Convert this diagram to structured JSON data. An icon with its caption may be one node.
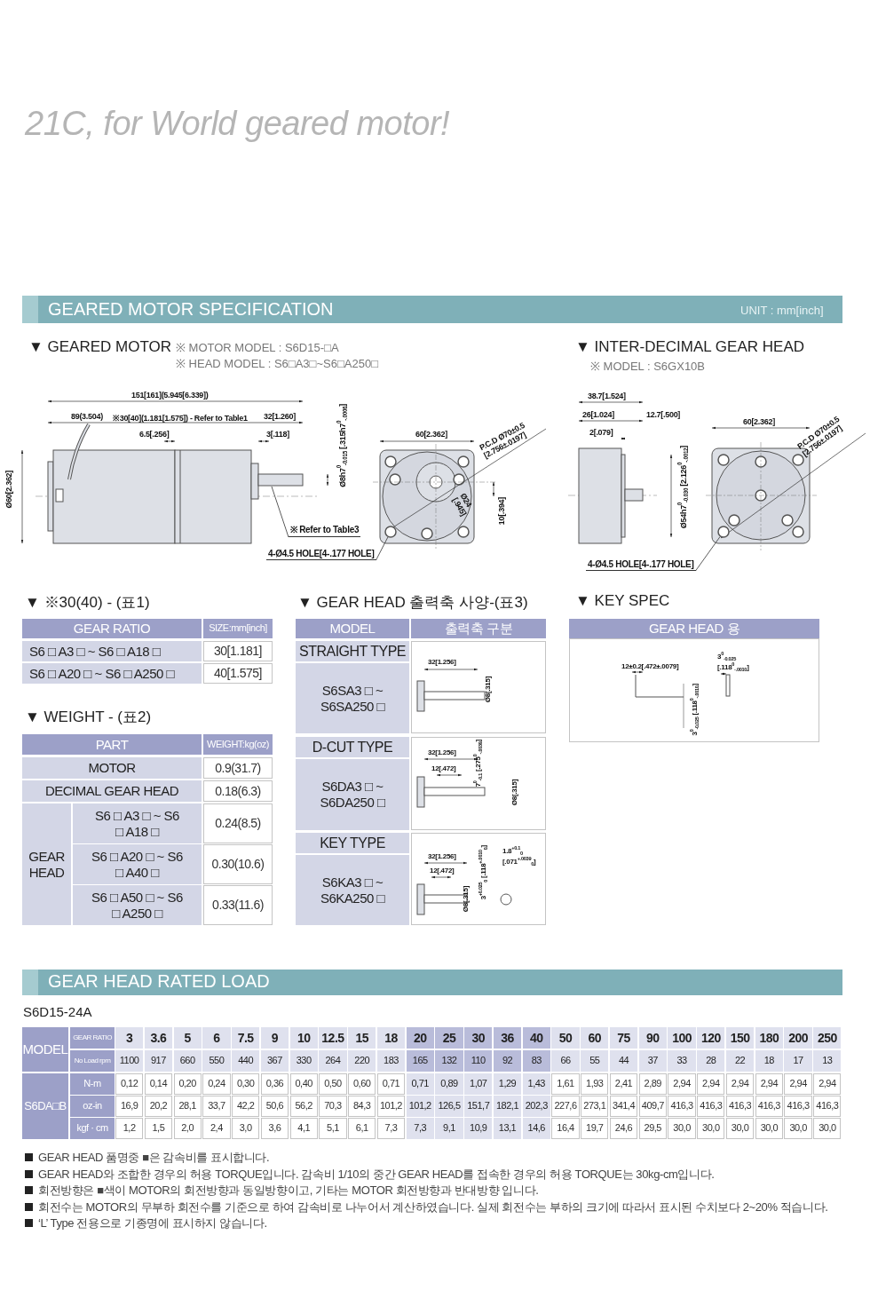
{
  "diagram": {
    "title": "21C, for World geared motor!",
    "nodes": [
      {
        "text": [
          "※ Refer to Table3"
        ]
      },
      {
        "text": [
          "4-Ø4.5 HOLE[4-.177 HOLE]"
        ]
      },
      {
        "text": [
          "4-Ø4.5 HOLE[4-.177 HOLE]"
        ]
      },
      {
        "text": [],
        "shape": "circle"
      },
      {
        "text": [],
        "shape": "circle"
      }
    ],
    "edges": [
      {
        "from": 0,
        "to": null,
        "arrow": "none"
      },
      {
        "from": 1,
        "to": 3,
        "arrow": "none"
      },
      {
        "from": 2,
        "to": 4,
        "arrow": "none"
      }
    ],
    "labels": [
      "GEARED MOTOR SPECIFICATION",
      "UNIT : mm[inch]",
      "▼ GEARED MOTOR",
      "※ MOTOR MODEL : S6D15-□A",
      "※ HEAD MODEL : S6□A3□~S6□A250□",
      "▼ INTER-DECIMAL GEAR HEAD",
      "※ MODEL : S6GX10B",
      "151[161](5.945[6.339])",
      "89(3.504)",
      "※30[40](1.181[1.575]) - Refer to Table1",
      "32[1.260]",
      "6.5[.256]",
      "3[.118]",
      "Ø8h7$^{0}$$_{-0.015}$ [.315h7$^{0}$$_{-.0006}$]",
      "Ø60[2.362]",
      "60[2.362]",
      "P.C.D Ø70±0.5 [2.756±.0197]",
      "Ø24 [.945]",
      "10[.394]",
      "38.7[1.524]",
      "26[1.024]",
      "12.7[.500]",
      "2[.079]",
      "Ø54h7$^{0}$$_{-0.030}$ [2.126$^{0}$$_{-.0012}$]",
      "60[2.362]",
      "P.C.D Ø70±0.5 [2.756±.0197]",
      "▼ ※30(40) - (표1)",
      "GEAR RATIO",
      "SIZE:mm[inch]",
      "S6 □ A3 □ ~ S6 □ A18 □",
      "30[1.181]",
      "S6 □ A20 □ ~ S6 □ A250 □",
      "40[1.575]",
      "▼ WEIGHT - (표2)",
      "PART",
      "WEIGHT:kg(oz)",
      "MOTOR",
      "0.9(31.7)",
      "DECIMAL GEAR HEAD",
      "0.18(6.3)",
      "GEAR HEAD",
      "S6 □ A3 □ ~ S6 □ A18 □",
      "0.24(8.5)",
      "S6 □ A20 □ ~ S6 □ A40 □",
      "0.30(10.6)",
      "S6 □ A50 □ ~ S6 □ A250 □",
      "0.33(11.6)",
      "▼ GEAR HEAD 출력축 사양-(표3)",
      "MODEL",
      "출력축 구분",
      "STRAIGHT TYPE",
      "S6SA3 □ ~ S6SA250 □",
      "32[1.256]",
      "Ø8[.315]",
      "D-CUT TYPE",
      "S6DA3 □ ~ S6DA250 □",
      "32[1.256]",
      "12[.472]",
      "7$^{0}$$_{-0.1}$ [.275$^{0}$$_{-.0039}$]",
      "Ø8[.315]",
      "KEY TYPE",
      "S6KA3 □ ~ S6KA250 □",
      "32[1.256]",
      "12[.472]",
      "Ø8[.315]",
      "3$^{+0.025}$$_{0}$ [.118$^{+.0010}$$_{0}$]",
      "1.8$^{+0.1}$$_{0}$ [.071$^{+.0039}$$_{0}$]",
      "▼ KEY SPEC",
      "GEAR HEAD 용",
      "12±0.2[.472±.0079]",
      "3$^{0}$$_{-0.025}$ [.118$^{0}$$_{-.0010}$]",
      "3$^{0}$$_{-0.025}$ [.118$^{0}$$_{-.0010}$]",
      "GEAR HEAD RATED LOAD",
      "S6D15-24A",
      "MODEL",
      "GEAR RATIO",
      "3",
      "3.6",
      "5",
      "6",
      "7.5",
      "9",
      "10",
      "12.5",
      "15",
      "18",
      "20",
      "25",
      "30",
      "36",
      "40",
      "50",
      "60",
      "75",
      "90",
      "100",
      "120",
      "150",
      "180",
      "200",
      "250",
      "No Load rpm",
      "1100",
      "917",
      "660",
      "550",
      "440",
      "367",
      "330",
      "264",
      "220",
      "183",
      "165",
      "132",
      "110",
      "92",
      "83",
      "66",
      "55",
      "44",
      "37",
      "33",
      "28",
      "22",
      "18",
      "17",
      "13",
      "S6DA□B",
      "N-m",
      "0,12",
      "0,14",
      "0,20",
      "0,24",
      "0,30",
      "0,36",
      "0,40",
      "0,50",
      "0,60",
      "0,71",
      "0,71",
      "0,89",
      "1,07",
      "1,29",
      "1,43",
      "1,61",
      "1,93",
      "2,41",
      "2,89",
      "2,94",
      "2,94",
      "2,94",
      "2,94",
      "2,94",
      "2,94",
      "oz-in",
      "16,9",
      "20,2",
      "28,1",
      "33,7",
      "42,2",
      "50,6",
      "56,2",
      "70,3",
      "84,3",
      "101,2",
      "101,2",
      "126,5",
      "151,7",
      "182,1",
      "202,3",
      "227,6",
      "273,1",
      "341,4",
      "409,7",
      "416,3",
      "416,3",
      "416,3",
      "416,3",
      "416,3",
      "416,3",
      "kgf · cm",
      "1,2",
      "1,5",
      "2,0",
      "2,4",
      "3,0",
      "3,6",
      "4,1",
      "5,1",
      "6,1",
      "7,3",
      "7,3",
      "9,1",
      "10,9",
      "13,1",
      "14,6",
      "16,4",
      "19,7",
      "24,6",
      "29,5",
      "30,0",
      "30,0",
      "30,0",
      "30,0",
      "30,0",
      "30,0",
      "GEAR HEAD 품명중 ■은 감속비를 표시합니다.",
      "GEAR HEAD와 조합한 경우의 허용 TORQUE입니다. 감속비 1/10의 중간 GEAR HEAD를 접속한 경우의 허용 TORQUE는 30kg-cm입니다.",
      "회전방향은 ■색이 MOTOR의 회전방향과 동일방향이고, 기타는 MOTOR 회전방향과 반대방향 입니다.",
      "회전수는 MOTOR의 무부하 회전수를 기준으로 하여 감속비로 나누어서 계산하였습니다. 실제 회전수는 부하의 크기에 따라서 표시된 수치보다 2~20% 적습니다.",
      "‘L’ Type 전용으로 기종명에 표시하지 않습니다."
    ]
  }
}
